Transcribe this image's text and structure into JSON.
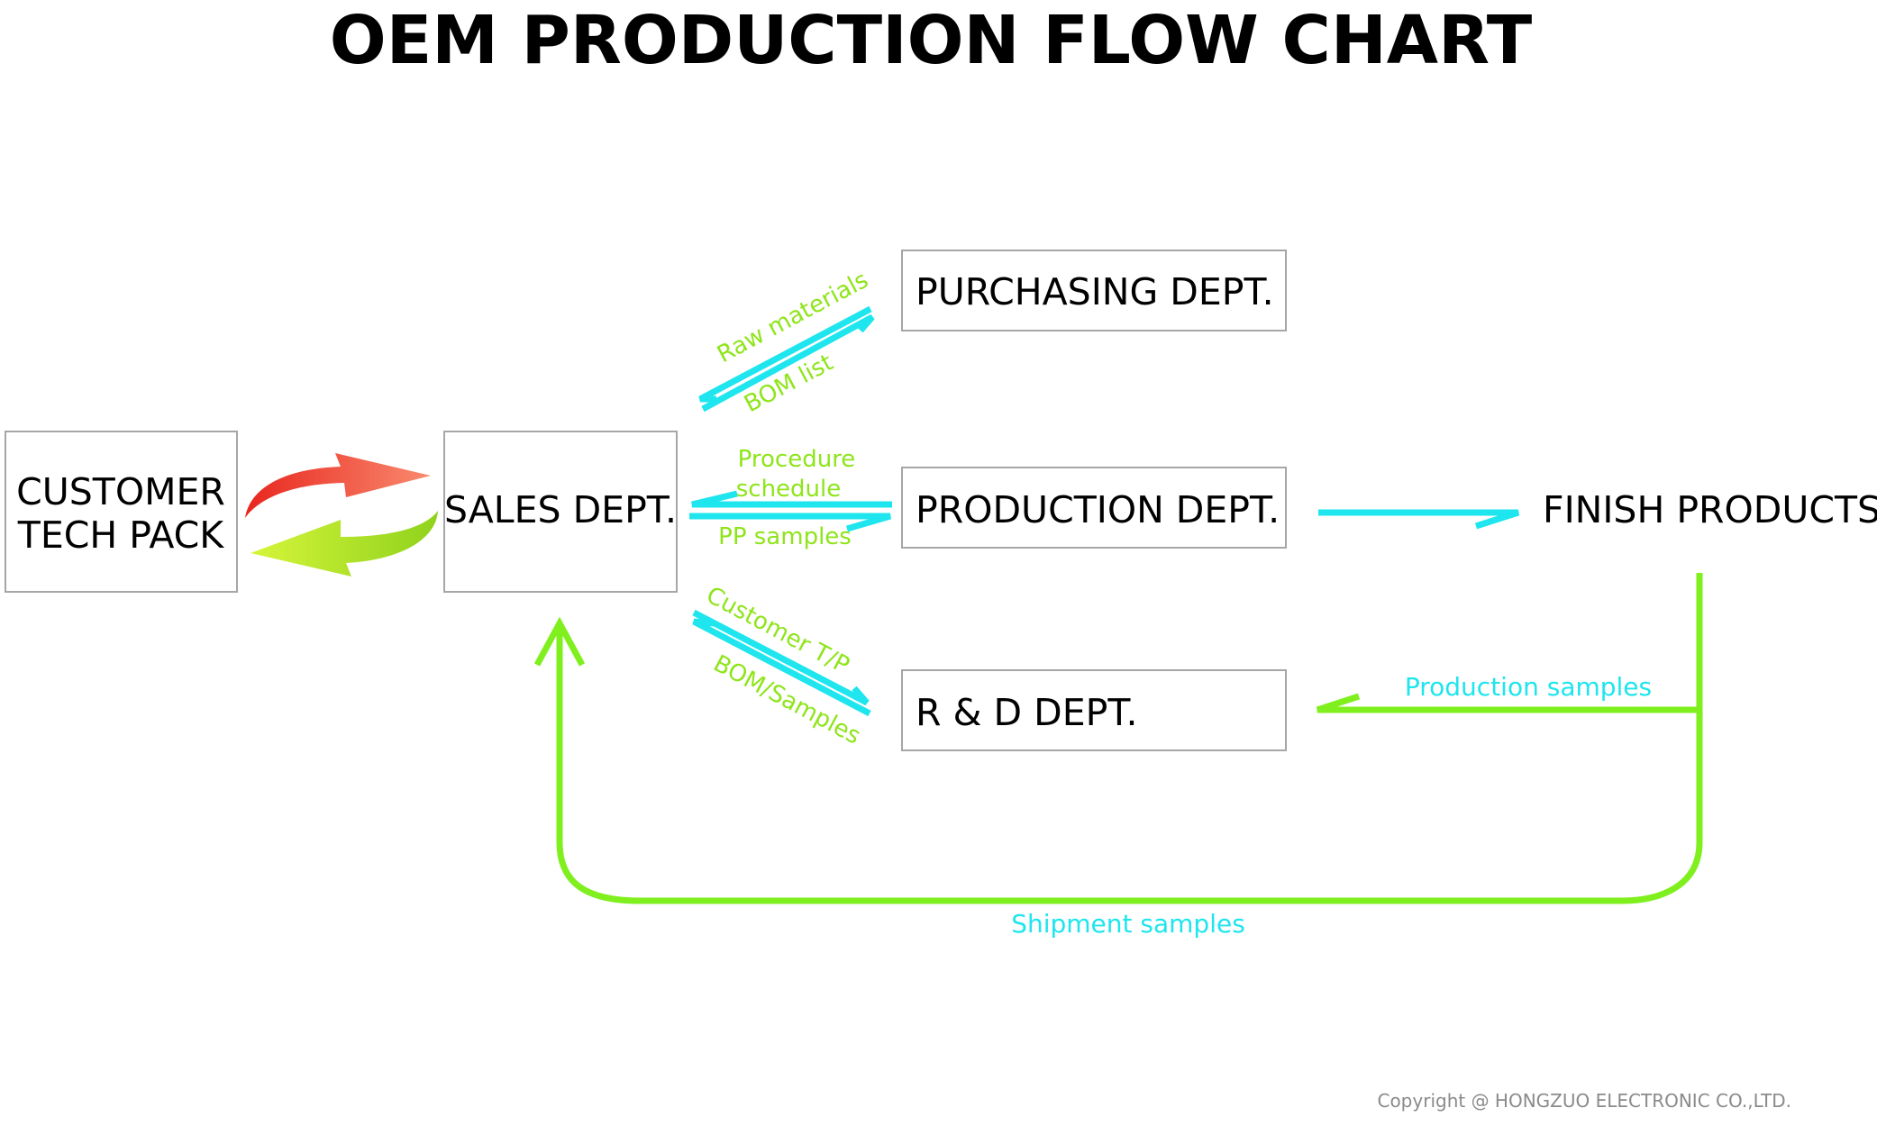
{
  "title": "OEM PRODUCTION FLOW CHART",
  "nodes": {
    "customer": {
      "line1": "CUSTOMER",
      "line2": "TECH PACK"
    },
    "sales": "SALES DEPT.",
    "purchasing": "PURCHASING DEPT.",
    "production": "PRODUCTION DEPT.",
    "rnd": "R & D DEPT.",
    "finish": "FINISH PRODUCTS"
  },
  "edge_labels": {
    "raw_materials": "Raw materials",
    "bom_list": "BOM list",
    "procedure_line1": "Procedure",
    "procedure_line2": "schedule",
    "pp_samples": "PP samples",
    "customer_tp": "Customer T/P",
    "bom_samples": "BOM/Samples",
    "production_samples": "Production samples",
    "shipment_samples": "Shipment samples"
  },
  "copyright": "Copyright @ HONGZUO ELECTRONIC CO.,LTD.",
  "colors": {
    "cyan_arrow": "#1ee5ee",
    "green_arrow": "#7fef1e",
    "green_label": "#8ee51a",
    "cyan_label": "#1ee5ee",
    "red_arrow": "#f25a3c",
    "lime_arrow": "#b5e83a",
    "box_border": "#a6a6a6"
  }
}
